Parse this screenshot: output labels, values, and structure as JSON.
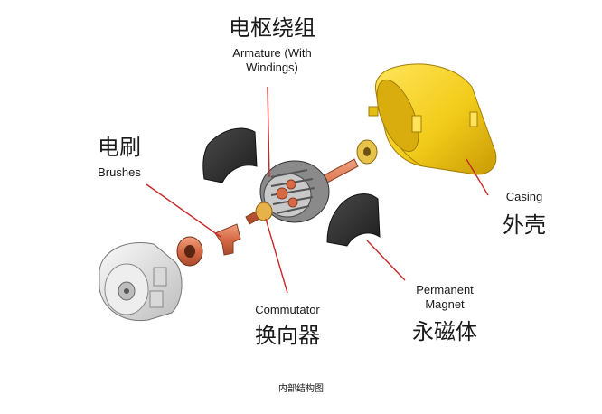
{
  "diagram": {
    "labels": {
      "armature_cn": "电枢绕组",
      "armature_en_line1": "Armature (With",
      "armature_en_line2": "Windings)",
      "brushes_cn": "电刷",
      "brushes_en": "Brushes",
      "casing_en": "Casing",
      "casing_cn": "外壳",
      "commutator_en": "Commutator",
      "commutator_cn": "换向器",
      "magnet_en_line1": "Permanent",
      "magnet_en_line2": "Magnet",
      "magnet_cn": "永磁体"
    },
    "caption": "内部结构图"
  },
  "colors": {
    "casing_yellow": "#f2cc1a",
    "copper": "#d56a45",
    "magnet_dark": "#2b2b2b",
    "end_cap_white": "#e6e6e6",
    "leader_line": "#c82828",
    "text": "#1a1a1a"
  }
}
